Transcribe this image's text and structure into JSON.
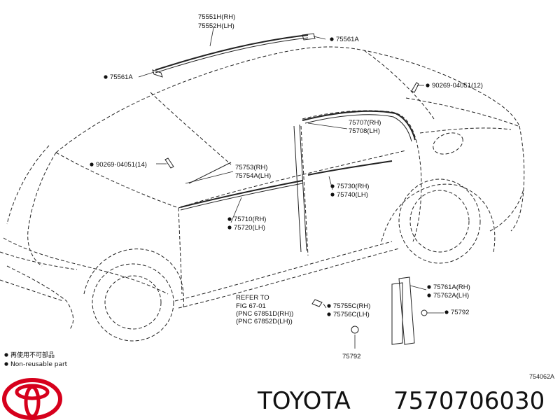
{
  "labels": {
    "roof_rh": "75551H(RH)",
    "roof_lh": "75552H(LH)",
    "clip_right": "75561A",
    "clip_left": "75561A",
    "clip_rear_clip": "90269-04051(12)",
    "clip_front_clip": "90269-04051(14)",
    "rear_frame_rh": "75707(RH)",
    "rear_frame_lh": "75708(LH)",
    "front_belt_rh": "75753(RH)",
    "front_belt_lh": "75754A(LH)",
    "rear_belt_rh": "75730(RH)",
    "rear_belt_lh": "75740(LH)",
    "front_lower_rh": "75710(RH)",
    "front_lower_lh": "75720(LH)",
    "pillar_rh": "75761A(RH)",
    "pillar_lh": "75762A(LH)",
    "clip_pillar": "75792",
    "garnish_rh": "75755C(RH)",
    "garnish_lh": "75756C(LH)",
    "clip_bottom": "75792",
    "refer_line1": "REFER TO",
    "refer_line2": "FIG 67-01",
    "refer_line3": "(PNC 67851D(RH))",
    "refer_line4": "(PNC 67852D(LH))"
  },
  "legend": {
    "item1": "再使用不可部品",
    "item2": "Non-reusable part"
  },
  "diagram_code": "754062A",
  "footer": {
    "brand": "TOYOTA",
    "part_number": "7570706030"
  }
}
